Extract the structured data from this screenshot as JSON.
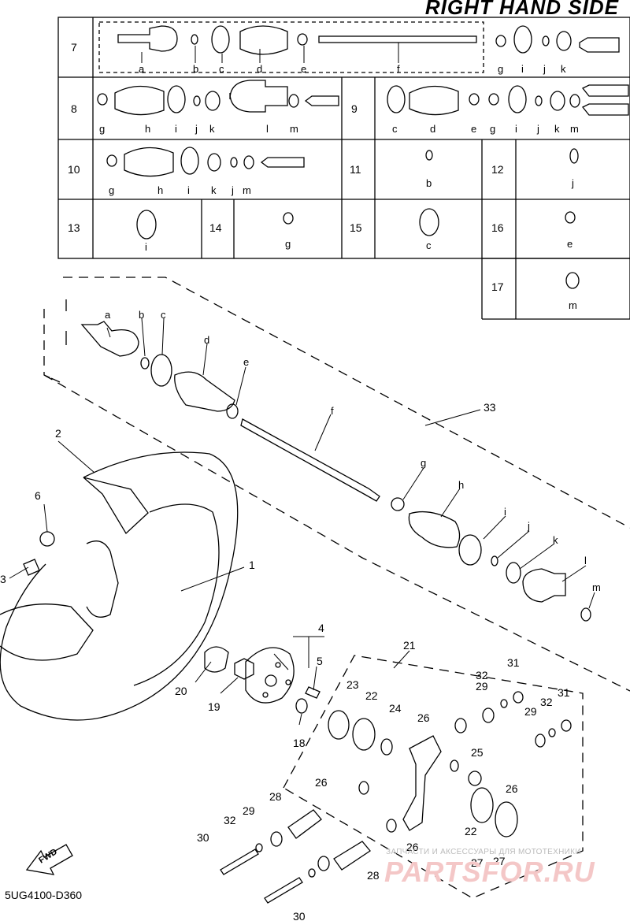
{
  "header": {
    "title": "RIGHT HAND SIDE"
  },
  "footer": {
    "diagram_code": "5UG4100-D360"
  },
  "watermark": {
    "caption": "ЗАПЧАСТИ И АКСЕССУАРЫ ДЛЯ МОТОТЕХНИКИ",
    "brand": "PARTSFOR.RU"
  },
  "fwd_label": "FWD",
  "table": {
    "row7": {
      "num": "7",
      "letters": [
        "a",
        "b",
        "c",
        "d",
        "e",
        "f",
        "g",
        "i",
        "j",
        "k"
      ]
    },
    "row8": {
      "num": "8",
      "letters": [
        "g",
        "h",
        "i",
        "j",
        "k",
        "l",
        "m"
      ]
    },
    "row9": {
      "num": "9",
      "letters": [
        "c",
        "d",
        "e",
        "g",
        "i",
        "j",
        "k",
        "m"
      ]
    },
    "row10": {
      "num": "10",
      "letters": [
        "g",
        "h",
        "i",
        "k",
        "j",
        "m"
      ]
    },
    "row11": {
      "num": "11",
      "letter": "b"
    },
    "row12": {
      "num": "12",
      "letter": "j"
    },
    "row13": {
      "num": "13",
      "letter": "i"
    },
    "row14": {
      "num": "14",
      "letter": "g"
    },
    "row15": {
      "num": "15",
      "letter": "c"
    },
    "row16": {
      "num": "16",
      "letter": "e"
    },
    "row17": {
      "num": "17",
      "letter": "m"
    }
  },
  "callouts": {
    "shaft_letters": [
      "a",
      "b",
      "c",
      "d",
      "e",
      "f",
      "g",
      "h",
      "i",
      "j",
      "k",
      "l",
      "m"
    ],
    "parts": [
      "1",
      "2",
      "3",
      "4",
      "5",
      "6",
      "18",
      "19",
      "20",
      "21",
      "22",
      "22",
      "23",
      "24",
      "25",
      "26",
      "26",
      "26",
      "26",
      "27",
      "27",
      "28",
      "28",
      "29",
      "29",
      "29",
      "30",
      "30",
      "31",
      "31",
      "32",
      "32",
      "32",
      "33"
    ]
  }
}
